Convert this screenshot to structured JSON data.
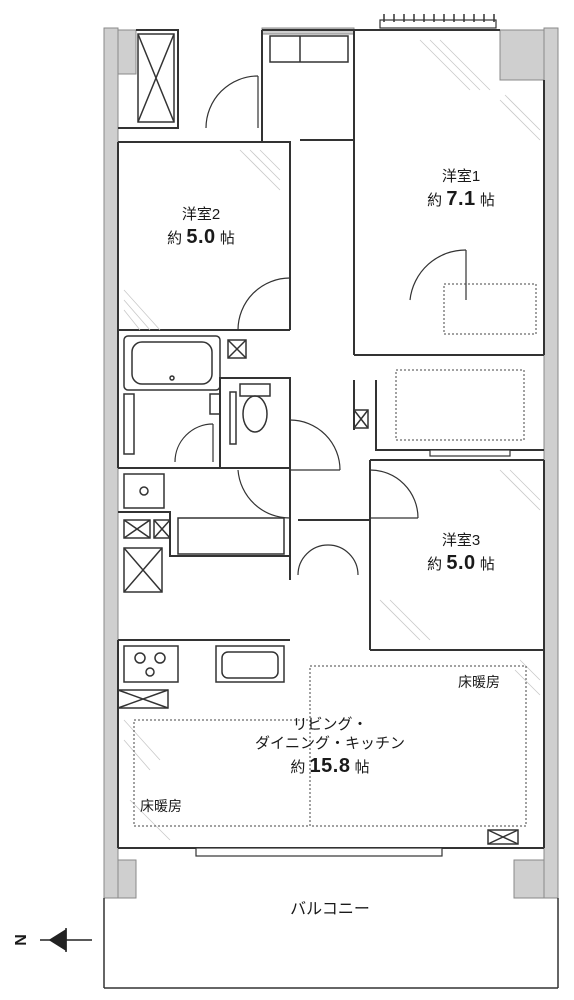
{
  "colors": {
    "wall": "#c8c8c8",
    "wall_stroke": "#8a8a8a",
    "line": "#333333",
    "hatch": "#bdbdbd"
  },
  "rooms": {
    "western1": {
      "name": "洋室1",
      "size_prefix": "約",
      "size_value": "7.1",
      "size_unit": "帖"
    },
    "western2": {
      "name": "洋室2",
      "size_prefix": "約",
      "size_value": "5.0",
      "size_unit": "帖"
    },
    "western3": {
      "name": "洋室3",
      "size_prefix": "約",
      "size_value": "5.0",
      "size_unit": "帖"
    },
    "ldk": {
      "name_line1": "リビング・",
      "name_line2": "ダイニング・キッチン",
      "size_prefix": "約",
      "size_value": "15.8",
      "size_unit": "帖"
    }
  },
  "floor_heating": {
    "label_right": "床暖房",
    "label_left": "床暖房"
  },
  "balcony": {
    "label": "バルコニー"
  },
  "compass": {
    "label": "N",
    "icon": "north-arrow-icon"
  }
}
